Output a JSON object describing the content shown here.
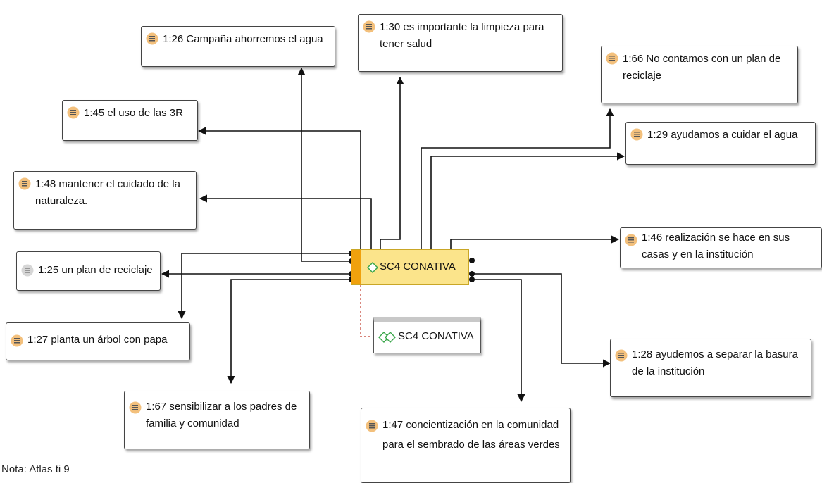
{
  "code": {
    "label": "SC4 CONATIVA"
  },
  "group": {
    "label": "SC4 CONATIVA"
  },
  "quotes": [
    "1:26 Campaña ahorremos el agua",
    "1:30 es importante la limpieza para tener salud",
    "1:66 No contamos con un plan de reciclaje",
    "1:45 el uso de las 3R",
    "1:29 ayudamos a cuidar el agua",
    "1:48 mantener el cuidado de la naturaleza.",
    "1:46 realización se hace en sus casas y en la institución",
    "1:25 un plan de reciclaje",
    "1:27 planta un árbol con papa",
    "1:28 ayudemos a separar la basura de la institución",
    "1:67 sensibilizar a los padres de familia y comunidad",
    "1:47 concientización en la comunidad para el sembrado de las áreas verdes"
  ],
  "note": "Nota: Atlas ti 9",
  "colors": {
    "code_fill": "#fbe48b",
    "code_bar": "#f0a10d",
    "quote_icon": "#e8a23a"
  }
}
